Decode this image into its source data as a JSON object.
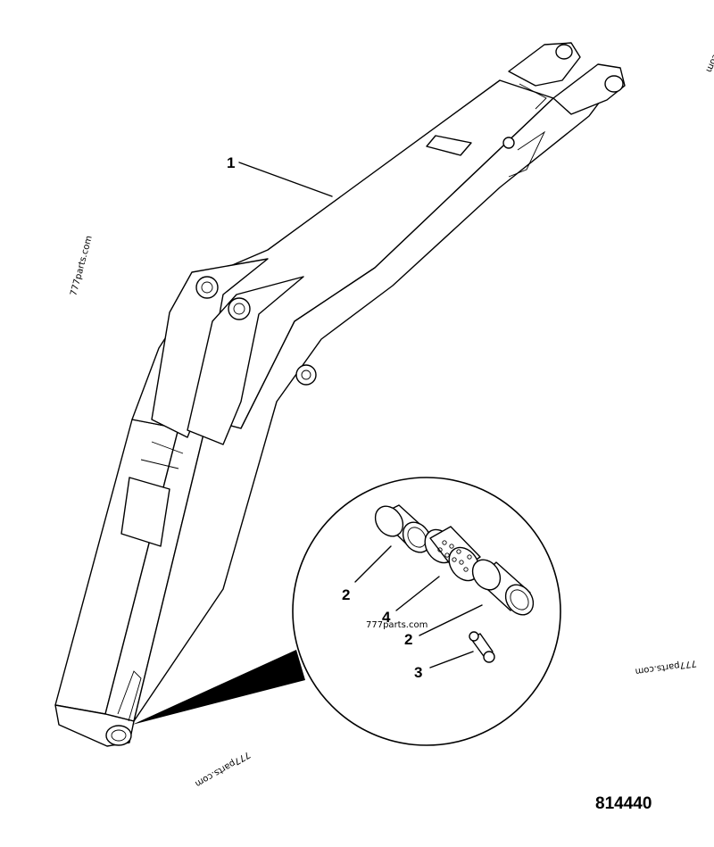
{
  "diagram": {
    "drawing_number": "814440",
    "watermarks": [
      "777parts.com",
      "777parts.com",
      "777parts.com",
      "777parts.com",
      "com"
    ],
    "callouts": [
      {
        "id": "callout-1",
        "label": "1",
        "part": "boom"
      },
      {
        "id": "callout-2a",
        "label": "2",
        "part": "bushing"
      },
      {
        "id": "callout-2b",
        "label": "2",
        "part": "bushing"
      },
      {
        "id": "callout-3",
        "label": "3",
        "part": "grease-nipple"
      },
      {
        "id": "callout-4",
        "label": "4",
        "part": "bearing"
      }
    ]
  }
}
